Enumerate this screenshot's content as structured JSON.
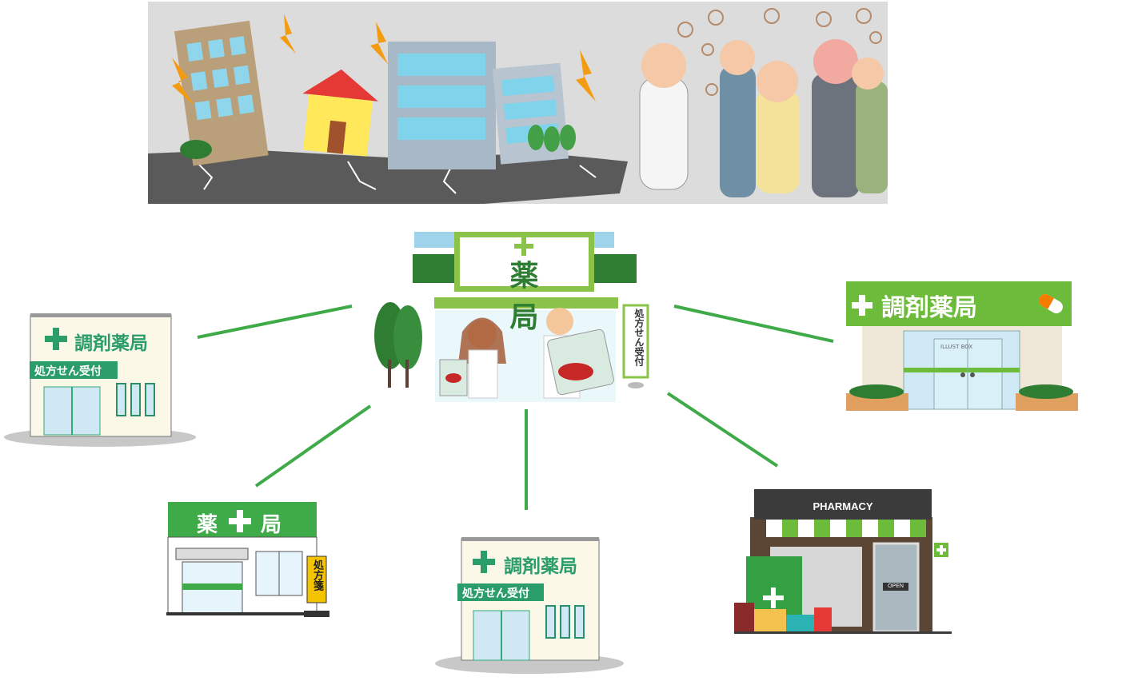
{
  "hub": {
    "sign": "薬局",
    "side_sign": "処方せん受付"
  },
  "pharmacy_left": {
    "sign": "調剤薬局",
    "sub_sign": "処方せん受付"
  },
  "pharmacy_lower_left": {
    "sign_left": "薬",
    "sign_right": "局",
    "side_sign": "処方箋"
  },
  "pharmacy_bottom": {
    "sign": "調剤薬局",
    "sub_sign": "処方せん受付"
  },
  "pharmacy_right": {
    "sign": "調剤薬局",
    "door_text": "ILLUST BOX"
  },
  "pharmacy_lower_right": {
    "sign": "PHARMACY",
    "door_sign": "OPEN"
  },
  "colors": {
    "green": "#4caf50",
    "line_green": "#3faa48",
    "dark_green": "#2e7d32",
    "banner_gray": "#d8d8d8"
  },
  "icons": [
    "earthquake-scene",
    "virus-icon",
    "crowd-illustration",
    "plus-icon",
    "pill-icon"
  ]
}
